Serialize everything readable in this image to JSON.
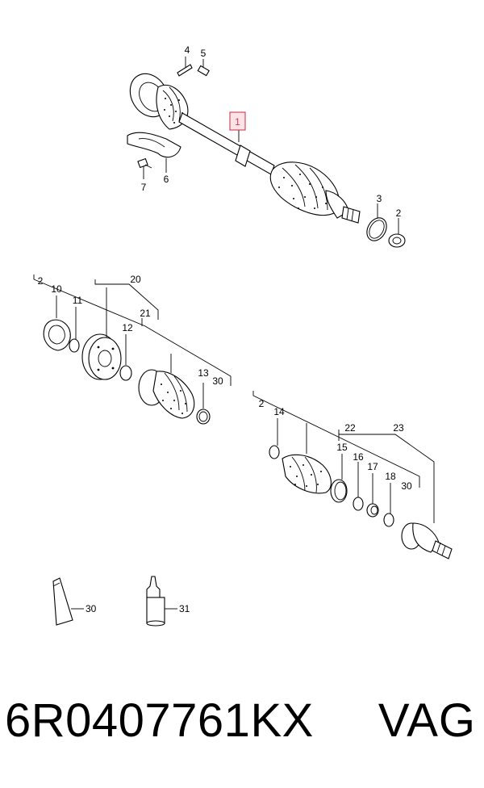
{
  "diagram": {
    "highlighted_callout": "1",
    "callouts": {
      "c1": "1",
      "c2a": "2",
      "c2b": "2",
      "c2c": "2",
      "c3": "3",
      "c4": "4",
      "c5": "5",
      "c6": "6",
      "c7": "7",
      "c10": "10",
      "c11": "11",
      "c12": "12",
      "c13": "13",
      "c14": "14",
      "c15": "15",
      "c16": "16",
      "c17": "17",
      "c18": "18",
      "c20": "20",
      "c21": "21",
      "c22": "22",
      "c23": "23",
      "c30a": "30",
      "c30b": "30",
      "c30c": "30",
      "c31": "31"
    },
    "colors": {
      "highlight": "#d23a52",
      "highlight_fill": "#fbe3e6",
      "line": "#000000"
    }
  },
  "footer": {
    "part_number": "6R0407761KX",
    "brand": "VAG"
  }
}
